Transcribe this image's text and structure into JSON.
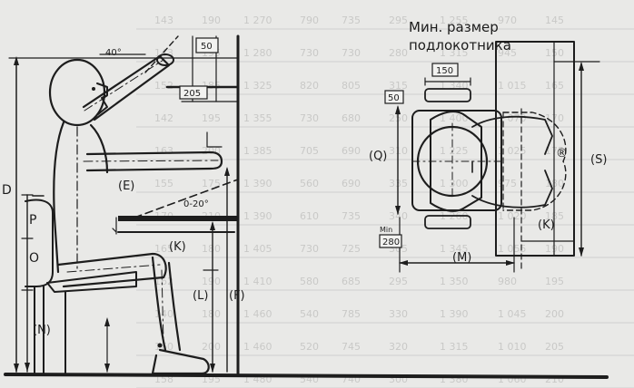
{
  "caption": {
    "line1": "Мин. размер",
    "line2": "подлокотника"
  },
  "side_view": {
    "label_D": "D",
    "label_P": "P",
    "label_O": "O",
    "label_N": "(N)",
    "label_E": "(E)",
    "label_K": "(K)",
    "label_L": "(L)",
    "label_F": "(F)",
    "angle_top": "40°",
    "angle_desk": "0-20°",
    "dim_50": "50",
    "dim_205": "205"
  },
  "top_view": {
    "label_Q": "(Q)",
    "label_K": "(K)",
    "label_M": "(M)",
    "label_S": "(S)",
    "label_R": "®",
    "dim_150": "150",
    "dim_50": "50",
    "dim_min": "Min",
    "dim_280": "280"
  },
  "ghost_table_rows": [
    [
      "143",
      "190",
      "1 270",
      "790",
      "735",
      "295",
      "1 255",
      "970",
      "145"
    ],
    [
      "143",
      "195",
      "1 280",
      "730",
      "730",
      "280",
      "1 315",
      "945",
      "150"
    ],
    [
      "152",
      "185",
      "1 325",
      "820",
      "805",
      "315",
      "1 340",
      "1 015",
      "165"
    ],
    [
      "142",
      "195",
      "1 355",
      "730",
      "680",
      "250",
      "1 400",
      "1 070",
      "170"
    ],
    [
      "163",
      "200",
      "1 385",
      "705",
      "690",
      "310",
      "1 225",
      "1 025",
      "175"
    ],
    [
      "155",
      "175",
      "1 390",
      "560",
      "690",
      "335",
      "1 300",
      "975",
      "180"
    ],
    [
      "170",
      "210",
      "1 390",
      "610",
      "735",
      "340",
      "1 260",
      "1 020",
      "185"
    ],
    [
      "165",
      "180",
      "1 405",
      "730",
      "725",
      "305",
      "1 345",
      "1 055",
      "190"
    ],
    [
      "162",
      "190",
      "1 410",
      "580",
      "685",
      "295",
      "1 350",
      "980",
      "195"
    ],
    [
      "140",
      "180",
      "1 460",
      "540",
      "785",
      "330",
      "1 390",
      "1 045",
      "200"
    ],
    [
      "160",
      "200",
      "1 460",
      "520",
      "745",
      "320",
      "1 315",
      "1 010",
      "205"
    ],
    [
      "158",
      "195",
      "1 480",
      "540",
      "740",
      "300",
      "1 380",
      "1 060",
      "210"
    ]
  ]
}
